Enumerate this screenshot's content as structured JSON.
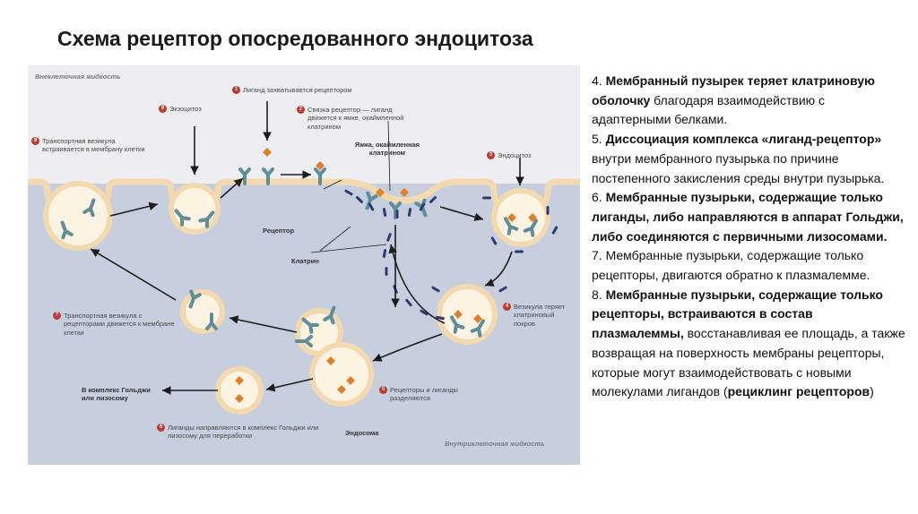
{
  "slide": {
    "title": "Схема рецептор опосредованного эндоцитоза"
  },
  "diagram": {
    "zones": {
      "extracellular": "Внеклеточная жидкость",
      "intracellular": "Внутриклеточная жидкость"
    },
    "steps": [
      {
        "num": "1",
        "text": "Лиганд захватывается рецептором"
      },
      {
        "num": "2",
        "text": "Связка рецептор — лиганд движется к ямке, окаймленной клатрином"
      },
      {
        "num": "3",
        "text": "Эндоцитоз"
      },
      {
        "num": "4",
        "text": "Везикула теряет клатриновый покров"
      },
      {
        "num": "5",
        "text": "Рецепторы и лиганды разделяются"
      },
      {
        "num": "6",
        "text": "Лиганды направляются в комплекс Гольджи или лизосому для переработки"
      },
      {
        "num": "7",
        "text": "Транспортная везикула с рецепторами движется к мембране клетки"
      },
      {
        "num": "8",
        "text": "Транспортная везикула встраивается в мембрану клетки"
      },
      {
        "num": "9",
        "text": "Экзоцитоз"
      }
    ],
    "labels": {
      "receptor": "Рецептор",
      "clathrin": "Клатрин",
      "pit": "Ямка, окаймленная клатрином",
      "golgi": "В комплекс Гольджи или лизосому",
      "endosome": "Эндосома"
    },
    "colors": {
      "extracellular": "#eceef2",
      "cytoplasm": "#c7cedd",
      "membrane": "#f2d9b0",
      "vesicle": "#fdf3e2",
      "receptor": "#5f8e98",
      "ligand": "#e07f2b",
      "clathrin": "#2d3a78",
      "arrow": "#1c1c1c"
    }
  },
  "text": {
    "p4_num": "4.",
    "p4_bold": "Мембранный пузырек теряет клатриновую оболочку",
    "p4_rest": "благодаря взаимодействию с адаптерными белками.",
    "p5_num": "5.",
    "p5_bold": "Диссоциация комплекса «лиганд-рецептор»",
    "p5_rest": "внутри мембранного пузырька по причине постепенного закисления среды внутри пузырька.",
    "p6_num": "6.",
    "p6_bold": "Мембранные пузырьки, содержащие только лиганды, либо направляются в аппарат Гольджи, либо соединяются с первичными лизосомами.",
    "p7": "7. Мембранные пузырьки, содержащие только рецепторы, двигаются обратно к плазмалемме.",
    "p8_num": "8.",
    "p8_bold": "Мембранные пузырьки, содержащие только рецепторы, встраиваются в состав плазмалеммы,",
    "p8_rest1": "восстанавливая ее площадь, а также возвращая на поверхность мембраны рецепторы, которые могут взаимодействовать с новыми молекулами лигандов (",
    "p8_bold2": "рециклинг рецепторов",
    "p8_rest2": ")"
  }
}
